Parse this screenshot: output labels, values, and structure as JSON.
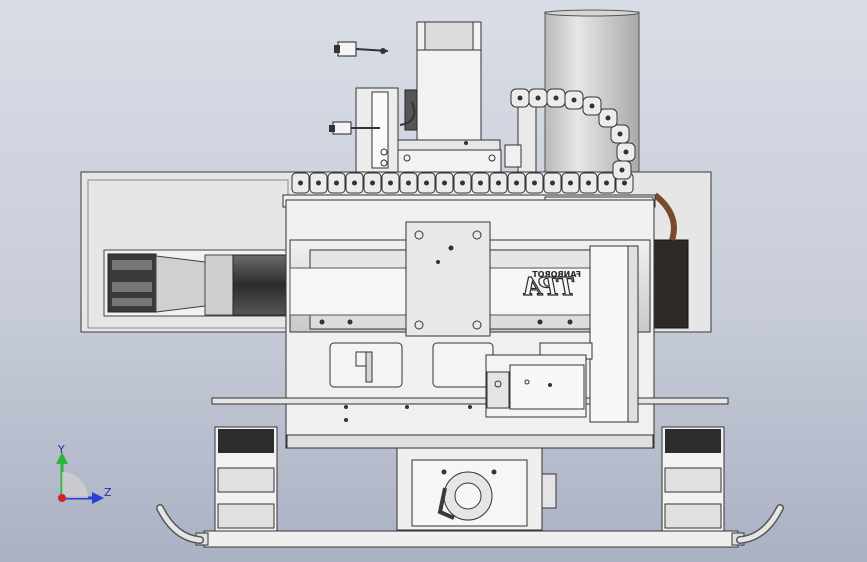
{
  "viewport": {
    "background_top": "#d9dde6",
    "background_bottom": "#aab1c3"
  },
  "model": {
    "part_fill": "#e4e4e4",
    "part_stroke": "#3a3a3a",
    "brand": {
      "logo_text": "TPA",
      "company_text": "FANBOROT"
    }
  },
  "triad": {
    "y_label": "Y",
    "z_label": "Z",
    "y_color": "#2db43c",
    "z_color": "#2a3fd8",
    "x_color": "#d72020"
  }
}
